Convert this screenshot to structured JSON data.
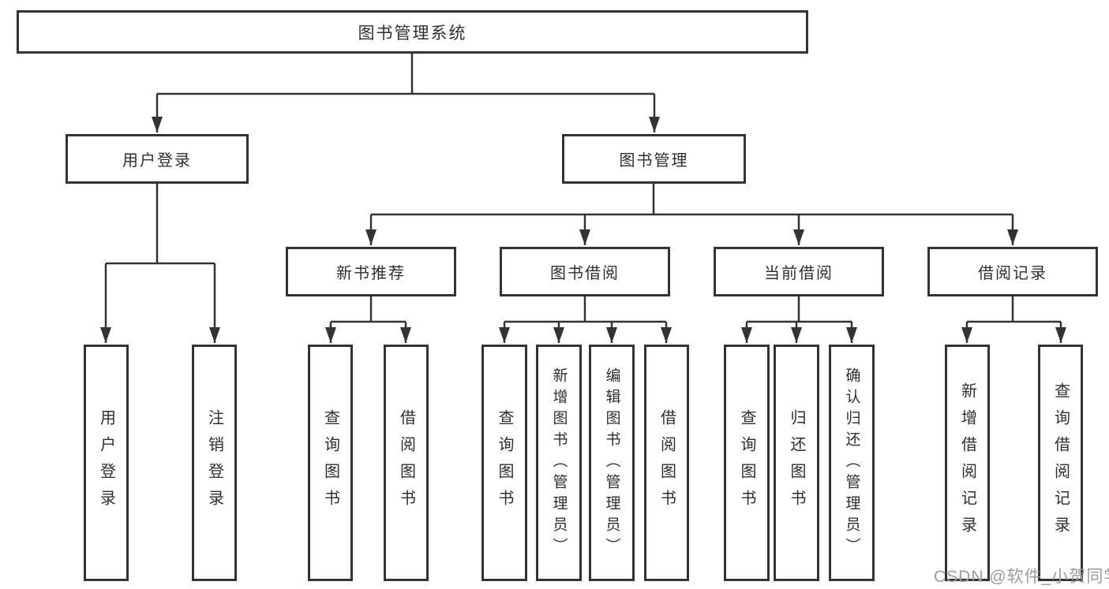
{
  "diagram": {
    "root_label": "图书管理系统",
    "level2": {
      "user_login": "用户登录",
      "book_management": "图书管理"
    },
    "level3": {
      "new_books": "新书推荐",
      "book_borrow": "图书借阅",
      "current_borrow": "当前借阅",
      "borrow_records": "借阅记录"
    },
    "leaves": {
      "user_login": [
        "用户登录",
        "注销登录"
      ],
      "new_books": [
        "查询图书",
        "借阅图书"
      ],
      "book_borrow": [
        "查询图书",
        "新增图书（管理员）",
        "编辑图书（管理员）",
        "借阅图书"
      ],
      "current_borrow": [
        "查询图书",
        "归还图书",
        "确认归还（管理员）"
      ],
      "borrow_records": [
        "新增借阅记录",
        "查询借阅记录"
      ]
    }
  },
  "watermark": "CSDN @软件_小贺同学",
  "colors": {
    "line": "#333333",
    "text": "#2f2f2f",
    "watermark": "#9c9c9c",
    "background": "#ffffff"
  }
}
